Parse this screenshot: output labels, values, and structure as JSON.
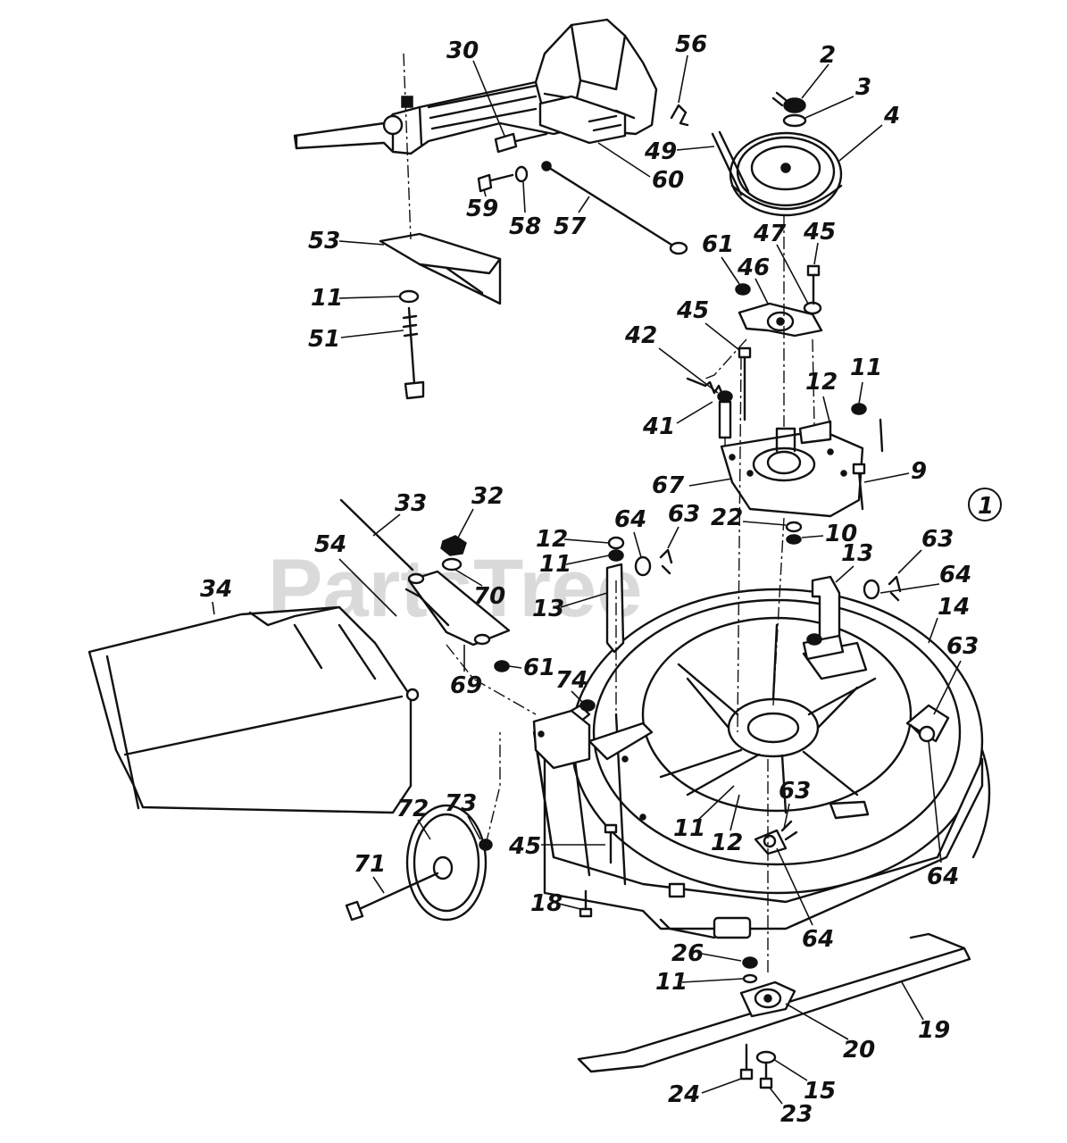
{
  "watermark": "PartsTree",
  "ref_marker": "1",
  "callouts": {
    "c2": "2",
    "c3": "3",
    "c4": "4",
    "c9": "9",
    "c10": "10",
    "c11a": "11",
    "c11b": "11",
    "c11c": "11",
    "c11d": "11",
    "c11e": "11",
    "c12a": "12",
    "c12b": "12",
    "c12c": "12",
    "c13a": "13",
    "c13b": "13",
    "c14": "14",
    "c15": "15",
    "c18": "18",
    "c19": "19",
    "c20": "20",
    "c22": "22",
    "c23": "23",
    "c24": "24",
    "c26": "26",
    "c30": "30",
    "c32": "32",
    "c33": "33",
    "c34": "34",
    "c41": "41",
    "c42": "42",
    "c45a": "45",
    "c45b": "45",
    "c45c": "45",
    "c46": "46",
    "c47": "47",
    "c49": "49",
    "c51": "51",
    "c53": "53",
    "c54": "54",
    "c56": "56",
    "c57": "57",
    "c58": "58",
    "c59": "59",
    "c60": "60",
    "c61a": "61",
    "c61b": "61",
    "c63a": "63",
    "c63b": "63",
    "c63c": "63",
    "c63d": "63",
    "c64a": "64",
    "c64b": "64",
    "c64c": "64",
    "c64d": "64",
    "c67": "67",
    "c69": "69",
    "c70": "70",
    "c71": "71",
    "c72": "72",
    "c73": "73",
    "c74": "74"
  },
  "colors": {
    "ink": "#111111",
    "watermark": "#bdbdbd",
    "paper": "#ffffff"
  }
}
